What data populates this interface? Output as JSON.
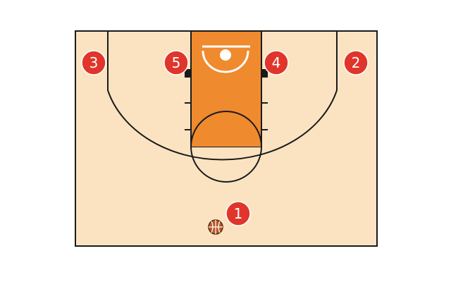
{
  "colors": {
    "court": "#fbe3c2",
    "paint": "#ef8a2e",
    "line": "#1a1a1a",
    "player": "#e0352b",
    "player_text": "#ffffff",
    "ball": "#b85a2a"
  },
  "players": [
    {
      "id": "p1",
      "label": "1"
    },
    {
      "id": "p2",
      "label": "2"
    },
    {
      "id": "p3",
      "label": "3"
    },
    {
      "id": "p4",
      "label": "4"
    },
    {
      "id": "p5",
      "label": "5"
    }
  ],
  "ball": {
    "icon": "basketball-icon"
  }
}
